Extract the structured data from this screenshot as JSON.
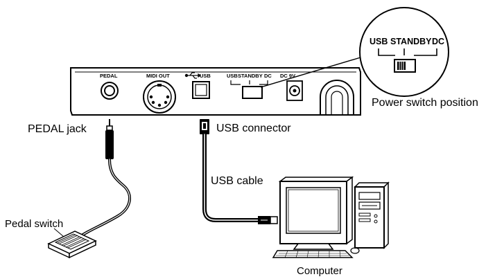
{
  "panel": {
    "pedal": "PEDAL",
    "midi_out": "MIDI OUT",
    "usb": "USB",
    "usb_switch": "USB",
    "standby": "STANDBY",
    "dc_switch": "DC",
    "dc_in": "DC 9V"
  },
  "zoom": {
    "usb": "USB",
    "standby": "STANDBY",
    "dc": "DC"
  },
  "labels": {
    "power_switch": "Power switch position",
    "pedal_jack": "PEDAL jack",
    "usb_connector": "USB connector",
    "usb_cable": "USB cable",
    "pedal_switch": "Pedal switch",
    "computer": "Computer"
  },
  "icons": [
    "usb-symbol-icon",
    "pedal-switch-icon",
    "computer-icon",
    "midi-port-icon"
  ]
}
